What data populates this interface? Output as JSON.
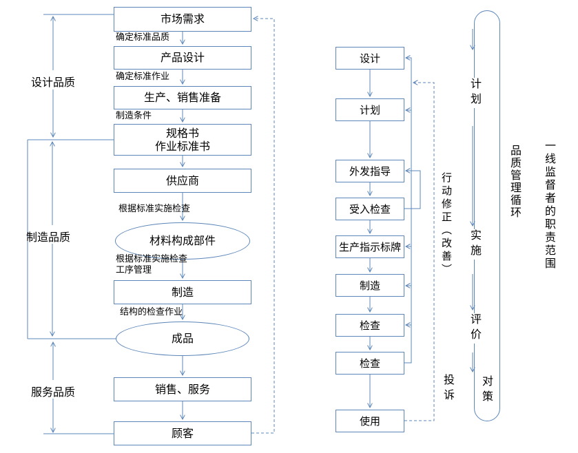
{
  "colors": {
    "line": "#5b85b8",
    "text": "#000000",
    "box_bg": "#ffffff"
  },
  "left_flow": {
    "section_labels": [
      {
        "label": "设计品质"
      },
      {
        "label": "制造品质"
      },
      {
        "label": "服务品质"
      }
    ],
    "nodes": [
      {
        "label": "市场需求",
        "shape": "rect"
      },
      {
        "label": "产品设计",
        "shape": "rect"
      },
      {
        "label": "生产、销售准备",
        "shape": "rect"
      },
      {
        "label": "规格书",
        "label2": "作业标准书",
        "shape": "rect"
      },
      {
        "label": "供应商",
        "shape": "rect"
      },
      {
        "label": "材料构成部件",
        "shape": "ellipse"
      },
      {
        "label": "制造",
        "shape": "rect"
      },
      {
        "label": "成品",
        "shape": "ellipse"
      },
      {
        "label": "销售、服务",
        "shape": "rect"
      },
      {
        "label": "顾客",
        "shape": "rect"
      }
    ],
    "edge_labels": [
      {
        "label": "确定标准品质"
      },
      {
        "label": "确定标准作业"
      },
      {
        "label": "制造条件"
      },
      {
        "label": "根据标准实施检查"
      },
      {
        "label": "根据标准实施检查",
        "label2": "工序管理"
      },
      {
        "label": "结构的检查作业"
      }
    ]
  },
  "right_flow": {
    "nodes": [
      {
        "label": "设计"
      },
      {
        "label": "计划"
      },
      {
        "label": "外发指导"
      },
      {
        "label": "受入检查"
      },
      {
        "label": "生产指示标牌"
      },
      {
        "label": "制造"
      },
      {
        "label": "检查"
      },
      {
        "label": "检查"
      },
      {
        "label": "使用"
      }
    ]
  },
  "side_labels": {
    "action_correction": "行动修正（改善）",
    "pdca": [
      {
        "label": "计划"
      },
      {
        "label": "实施"
      },
      {
        "label": "评价"
      },
      {
        "label": "对策"
      }
    ],
    "complaint": "投诉",
    "qc_cycle": "品质管理循环",
    "supervisor_scope": "一线监督者的职责范围"
  }
}
